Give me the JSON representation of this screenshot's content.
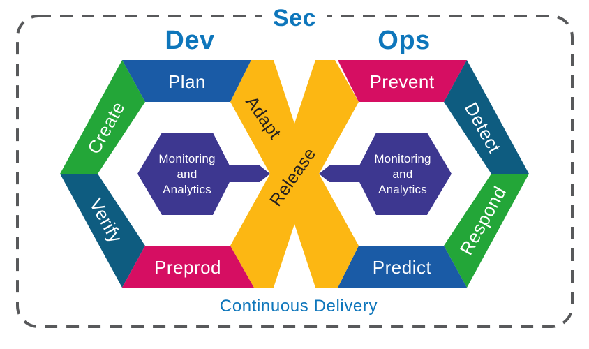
{
  "titles": {
    "sec": "Sec",
    "dev": "Dev",
    "ops": "Ops"
  },
  "footer": {
    "label": "Continuous Delivery"
  },
  "dev_loop": {
    "plan": "Plan",
    "create": "Create",
    "verify": "Verify",
    "preprod": "Preprod"
  },
  "ops_loop": {
    "prevent": "Prevent",
    "detect": "Detect",
    "respond": "Respond",
    "predict": "Predict"
  },
  "cross_ribbon": {
    "adapt": "Adapt",
    "release": "Release"
  },
  "monitoring": {
    "line1": "Monitoring",
    "line2": "and",
    "line3": "Analytics"
  },
  "colors": {
    "blue": "#1a5ba6",
    "green": "#23a638",
    "teal": "#0e5c80",
    "magenta": "#d60e62",
    "yellow": "#fcb713",
    "purple": "#3d3790",
    "title_blue": "#0e76bb",
    "dark_text": "#231f20",
    "border_gray": "#58595b",
    "label_white": "#ffffff",
    "background": "#ffffff"
  }
}
